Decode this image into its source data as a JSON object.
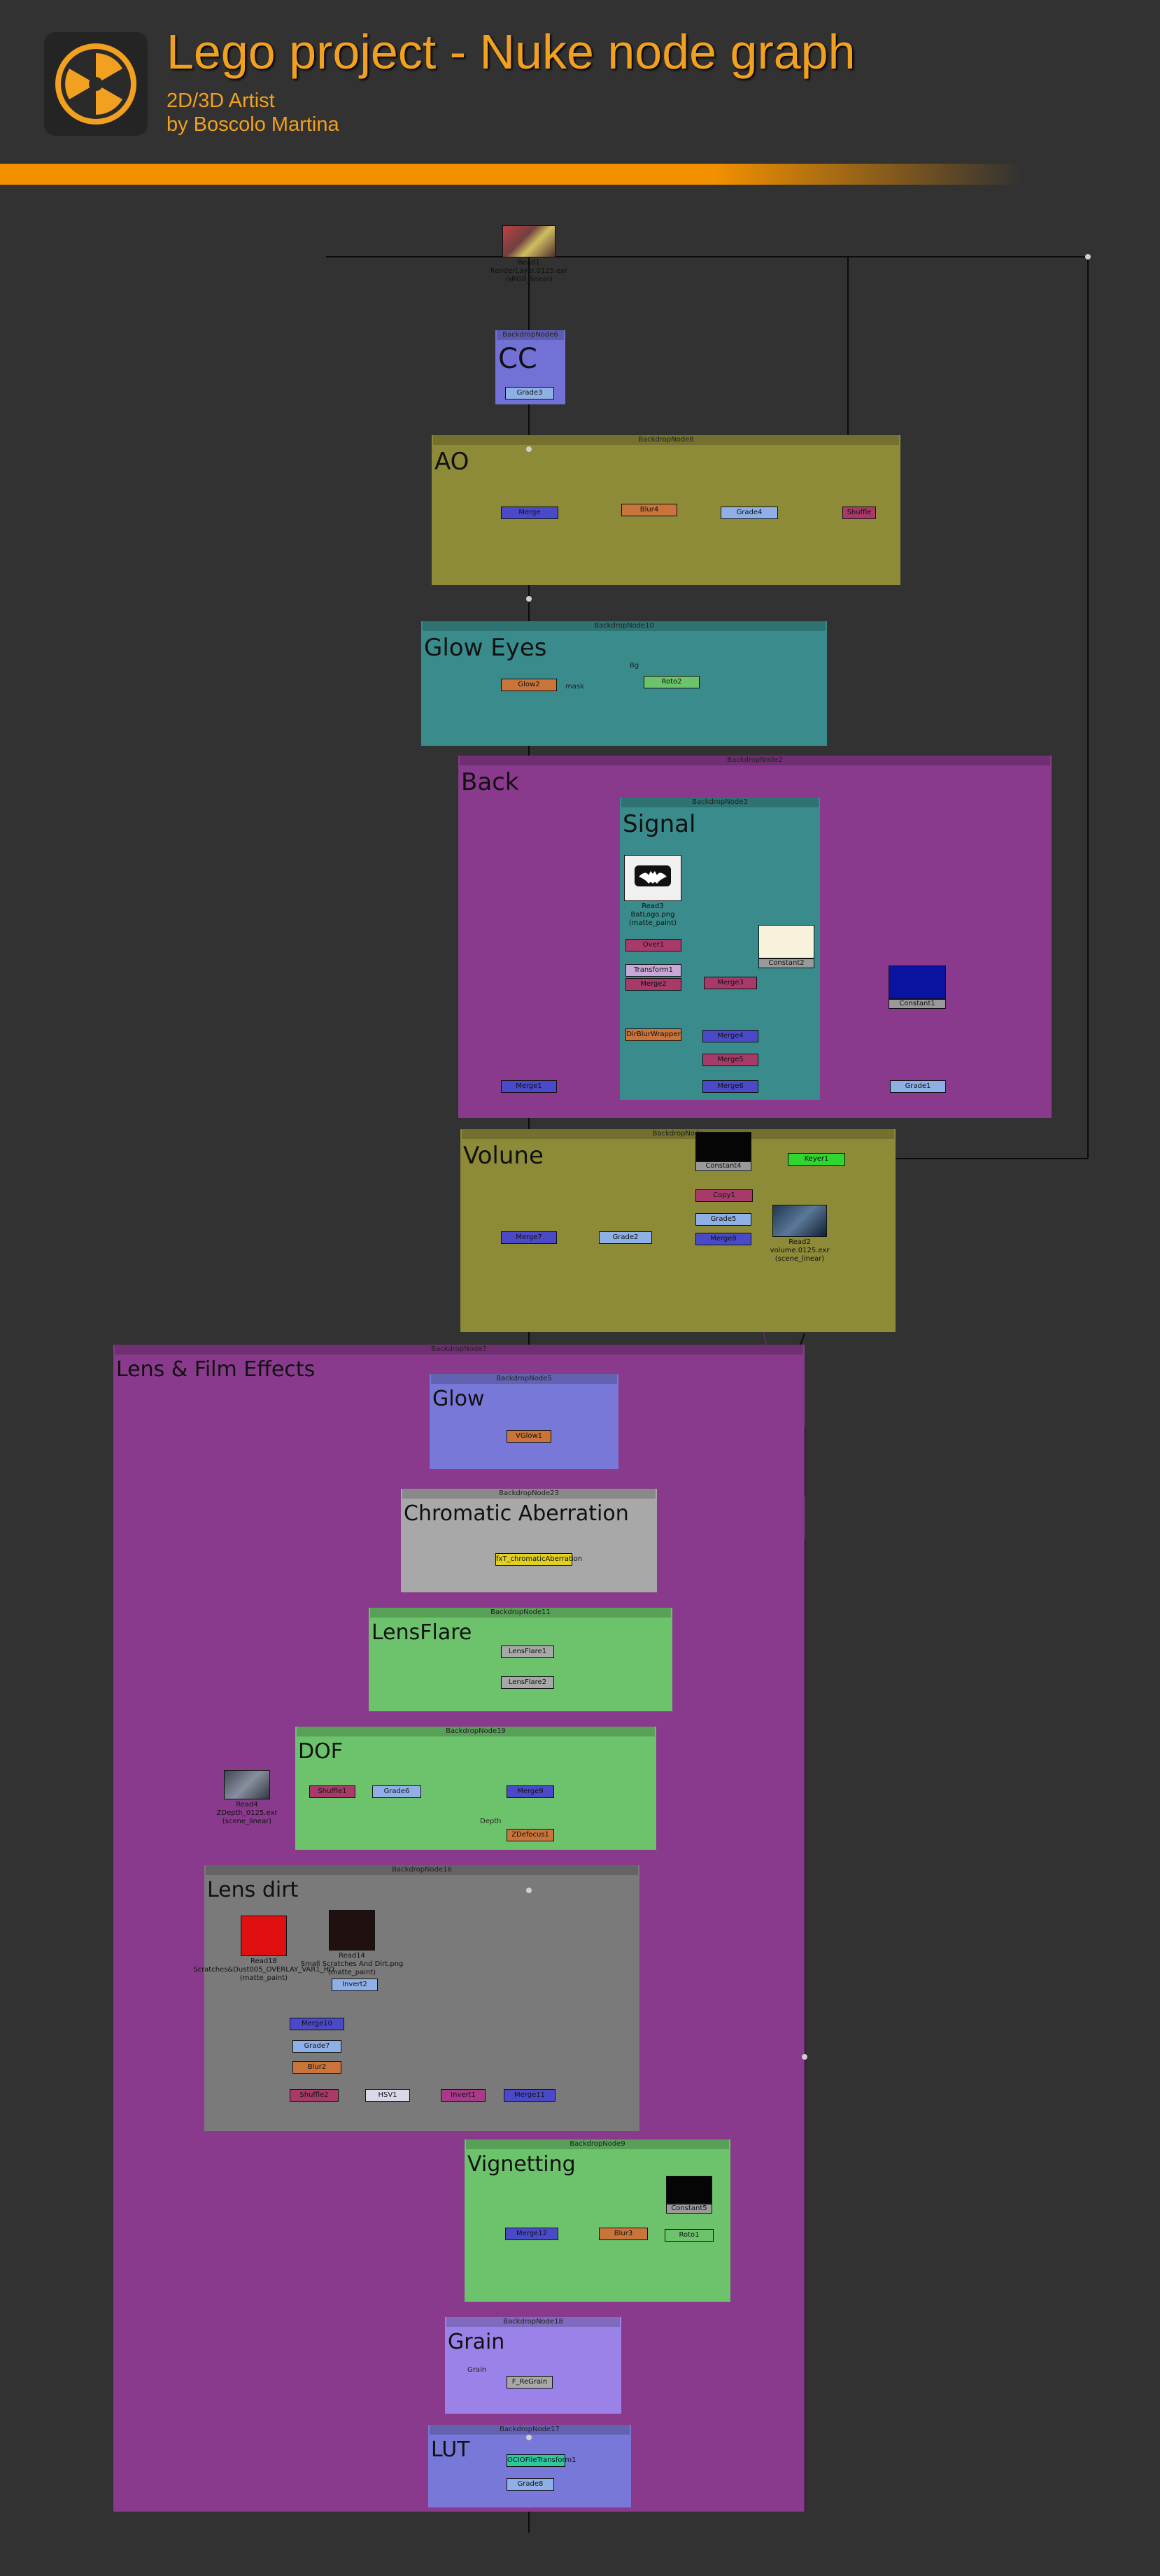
{
  "header": {
    "title": "Lego project - Nuke node graph",
    "subtitle": "2D/3D Artist",
    "author": "by Boscolo Martina",
    "accent": "#f2a020",
    "logo_icon": "nuke-logo-icon"
  },
  "backdrops": [
    {
      "id": "cc",
      "label": "CC",
      "node": "BackdropNode6",
      "color": "#7272d6"
    },
    {
      "id": "ao",
      "label": "AO",
      "node": "BackdropNode8",
      "color": "#8d8a38"
    },
    {
      "id": "glow-eyes",
      "label": "Glow Eyes",
      "node": "BackdropNode10",
      "color": "#3a8c8c"
    },
    {
      "id": "back",
      "label": "Back",
      "node": "BackdropNode2",
      "color": "#893a8c"
    },
    {
      "id": "signal",
      "label": "Signal",
      "node": "BackdropNode3",
      "color": "#3a8c8c"
    },
    {
      "id": "volume",
      "label": "Volune",
      "node": "BackdropNode",
      "color": "#8d8a38"
    },
    {
      "id": "lens-film",
      "label": "Lens & Film Effects",
      "node": "BackdropNode7",
      "color": "#893a8c"
    },
    {
      "id": "glow",
      "label": "Glow",
      "node": "BackdropNode5",
      "color": "#7878d8"
    },
    {
      "id": "chromatic",
      "label": "Chromatic Aberration",
      "node": "BackdropNode23",
      "color": "#a8a8a8"
    },
    {
      "id": "lensflare",
      "label": "LensFlare",
      "node": "BackdropNode11",
      "color": "#6cc36c"
    },
    {
      "id": "dof",
      "label": "DOF",
      "node": "BackdropNode19",
      "color": "#6cc36c"
    },
    {
      "id": "lens-dirt",
      "label": "Lens dirt",
      "node": "BackdropNode16",
      "color": "#7a7a7a"
    },
    {
      "id": "vignetting",
      "label": "Vignetting",
      "node": "BackdropNode9",
      "color": "#6cc36c"
    },
    {
      "id": "grain",
      "label": "Grain",
      "node": "BackdropNode18",
      "color": "#9a82e8"
    },
    {
      "id": "lut",
      "label": "LUT",
      "node": "BackdropNode17",
      "color": "#7878d8"
    }
  ],
  "nodes": [
    {
      "id": "read1",
      "label": "Read1",
      "color": "#9a9a9a"
    },
    {
      "id": "grade3",
      "label": "Grade3",
      "color": "#8fb0e6"
    },
    {
      "id": "merge-ao",
      "label": "Merge",
      "color": "#4a4ac8"
    },
    {
      "id": "blur4",
      "label": "Blur4",
      "color": "#c8743a"
    },
    {
      "id": "grade4",
      "label": "Grade4",
      "color": "#8fb0e6"
    },
    {
      "id": "shuffle-ao",
      "label": "Shuffle",
      "color": "#a83a6a"
    },
    {
      "id": "glow-eyes-node",
      "label": "Glow2",
      "color": "#c8743a"
    },
    {
      "id": "roto2",
      "label": "Roto2",
      "color": "#6cc36c"
    },
    {
      "id": "read3",
      "label": "Read3",
      "color": "#9a9a9a"
    },
    {
      "id": "over1",
      "label": "Over1",
      "color": "#a83a6a"
    },
    {
      "id": "constant2",
      "label": "Constant2",
      "color": "#9a9a9a"
    },
    {
      "id": "transform1",
      "label": "Transform1",
      "color": "#c8a8d8"
    },
    {
      "id": "merge-s1",
      "label": "Merge2",
      "color": "#a83a6a"
    },
    {
      "id": "merge-s2",
      "label": "Merge3",
      "color": "#a83a6a"
    },
    {
      "id": "dirblur",
      "label": "DirBlurWrapper",
      "color": "#c8743a"
    },
    {
      "id": "merge-s3",
      "label": "Merge4",
      "color": "#4a4ac8"
    },
    {
      "id": "merge-s4",
      "label": "Merge5",
      "color": "#a83a6a"
    },
    {
      "id": "merge-s5",
      "label": "Merge6",
      "color": "#4a4ac8"
    },
    {
      "id": "constant1",
      "label": "Constant1",
      "color": "#9a9a9a"
    },
    {
      "id": "grade1",
      "label": "Grade1",
      "color": "#8fb0e6"
    },
    {
      "id": "merge-back",
      "label": "Merge1",
      "color": "#4a4ac8"
    },
    {
      "id": "constant4",
      "label": "Constant4",
      "color": "#9a9a9a"
    },
    {
      "id": "copy1",
      "label": "Copy1",
      "color": "#a83a6a"
    },
    {
      "id": "grade5",
      "label": "Grade5",
      "color": "#8fb0e6"
    },
    {
      "id": "merge-vol",
      "label": "Merge7",
      "color": "#4a4ac8"
    },
    {
      "id": "grade-vol",
      "label": "Grade2",
      "color": "#8fb0e6"
    },
    {
      "id": "merge-vol2",
      "label": "Merge8",
      "color": "#4a4ac8"
    },
    {
      "id": "read2",
      "label": "Read2",
      "color": "#9a9a9a"
    },
    {
      "id": "keyer",
      "label": "Keyer1",
      "color": "#2ed62e"
    },
    {
      "id": "glow1",
      "label": "VGlow1",
      "color": "#c8743a"
    },
    {
      "id": "chroma",
      "label": "fxT_chromaticAberration",
      "color": "#e0d020"
    },
    {
      "id": "lensflare1",
      "label": "LensFlare1",
      "color": "#a8a8a8"
    },
    {
      "id": "lensflare2",
      "label": "LensFlare2",
      "color": "#a8a8a8"
    },
    {
      "id": "read4",
      "label": "Read4",
      "color": "#9a9a9a"
    },
    {
      "id": "shuffle-dof",
      "label": "Shuffle1",
      "color": "#a83a6a"
    },
    {
      "id": "grade6",
      "label": "Grade6",
      "color": "#8fb0e6"
    },
    {
      "id": "merge-dof",
      "label": "Merge9",
      "color": "#4a4ac8"
    },
    {
      "id": "zdefocus",
      "label": "ZDefocus1",
      "color": "#c8743a"
    },
    {
      "id": "read18",
      "label": "Read18",
      "color": "#9a9a9a"
    },
    {
      "id": "read14",
      "label": "Read14",
      "color": "#9a9a9a"
    },
    {
      "id": "invert2",
      "label": "Invert2",
      "color": "#8fb0e6"
    },
    {
      "id": "merge-dirt",
      "label": "Merge10",
      "color": "#4a4ac8"
    },
    {
      "id": "grade-dirt",
      "label": "Grade7",
      "color": "#8fb0e6"
    },
    {
      "id": "blur2",
      "label": "Blur2",
      "color": "#c8743a"
    },
    {
      "id": "shuffle-dirt",
      "label": "Shuffle2",
      "color": "#a83a6a"
    },
    {
      "id": "hsv",
      "label": "HSV1",
      "color": "#d8d8e8"
    },
    {
      "id": "invert1",
      "label": "Invert1",
      "color": "#a83a8c"
    },
    {
      "id": "merge-dirt2",
      "label": "Merge11",
      "color": "#4a4ac8"
    },
    {
      "id": "constant5",
      "label": "Constant5",
      "color": "#9a9a9a"
    },
    {
      "id": "roto1",
      "label": "Roto1",
      "color": "#6cc36c"
    },
    {
      "id": "blur3",
      "label": "Blur3",
      "color": "#c8743a"
    },
    {
      "id": "merge-vig",
      "label": "Merge12",
      "color": "#4a4ac8"
    },
    {
      "id": "grain-node",
      "label": "F_ReGrain",
      "color": "#a8a8a8"
    },
    {
      "id": "ocio",
      "label": "OCIOFileTransform1",
      "color": "#2ec8a0"
    },
    {
      "id": "grade8",
      "label": "Grade8",
      "color": "#8fb0e6"
    }
  ],
  "captions": {
    "read1": "Read1\nRenderLayer.0125.exr\n(sRGB_linear)",
    "read3": "Read3\nBatLogo.png\n(matte_paint)",
    "read2": "Read2\nvolume.0125.exr\n(scene_linear)",
    "read4": "Read4\nZDepth_0125.exr\n(scene_linear)",
    "read18": "Read18\nScratches&Dust005_OVERLAY_VAR1_HD\n(matte_paint)",
    "read14": "Read14\nSmall Scratches And Dirt.png\n(matte_paint)",
    "roto2_note": "Bg",
    "glow_note": "mask",
    "dof_note": "Depth",
    "grain_note": "Grain"
  }
}
